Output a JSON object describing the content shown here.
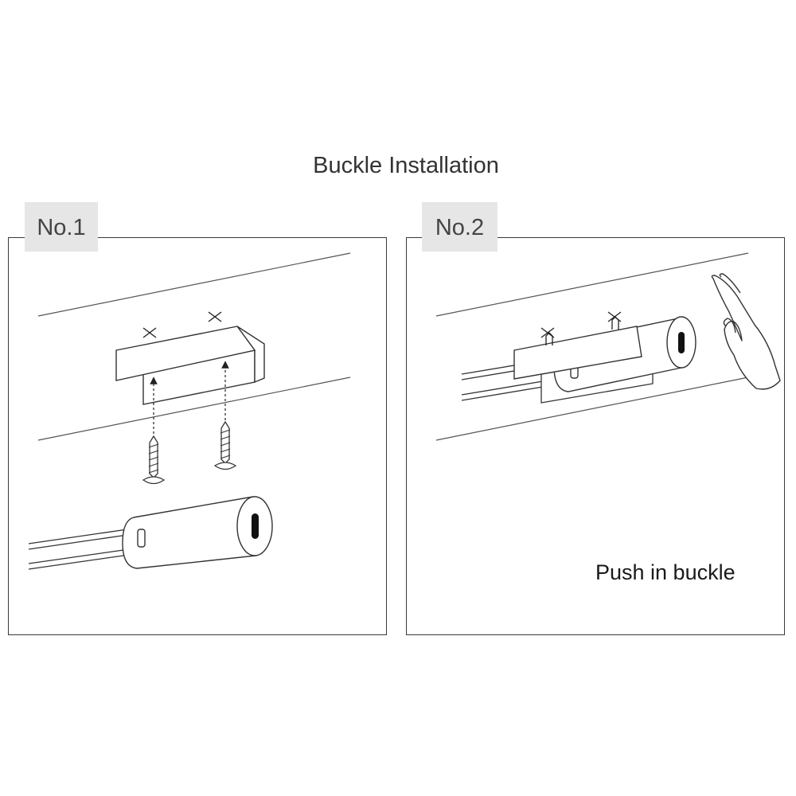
{
  "title": "Buckle Installation",
  "steps": [
    {
      "label": "No.1"
    },
    {
      "label": "No.2",
      "caption": "Push in buckle"
    }
  ]
}
